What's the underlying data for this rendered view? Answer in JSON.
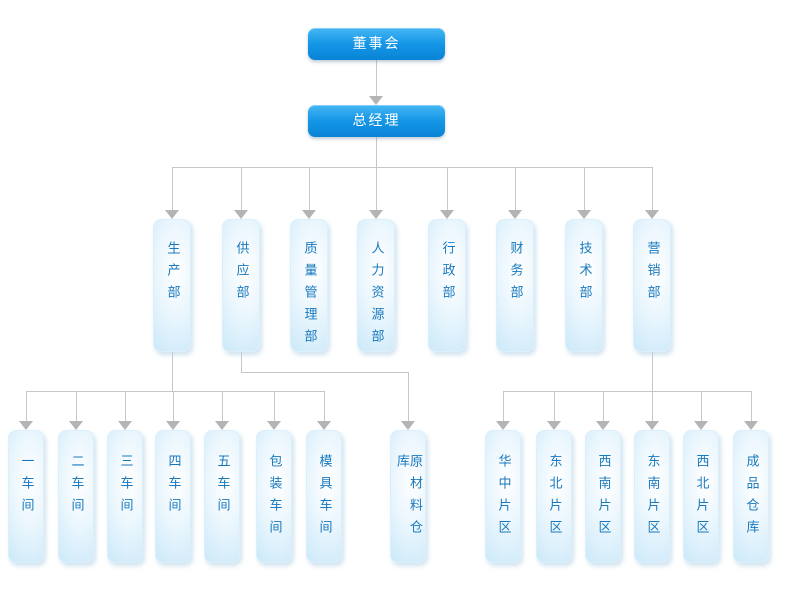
{
  "org_chart": {
    "root": {
      "label": "董事会"
    },
    "general_manager": {
      "label": "总经理"
    },
    "departments": [
      {
        "label": "生产部"
      },
      {
        "label": "供应部"
      },
      {
        "label": "质量管理部"
      },
      {
        "label": "人力资源部"
      },
      {
        "label": "行政部"
      },
      {
        "label": "财务部"
      },
      {
        "label": "技术部"
      },
      {
        "label": "营销部"
      }
    ],
    "production_units": [
      {
        "label": "一车间"
      },
      {
        "label": "二车间"
      },
      {
        "label": "三车间"
      },
      {
        "label": "四车间"
      },
      {
        "label": "五车间"
      },
      {
        "label": "包装车间"
      },
      {
        "label": "模具车间"
      }
    ],
    "supply_units": [
      {
        "label": "原材料仓库"
      }
    ],
    "marketing_units": [
      {
        "label": "华中片区"
      },
      {
        "label": "东北片区"
      },
      {
        "label": "西南片区"
      },
      {
        "label": "东南片区"
      },
      {
        "label": "西北片区"
      },
      {
        "label": "成品仓库"
      }
    ]
  },
  "colors": {
    "primary_node_top": "#45b6f4",
    "primary_node_bottom": "#0983d6",
    "secondary_node_fill": "#c2e5f8",
    "node_text_blue": "#1879be",
    "node_text_white": "#ffffff",
    "connector_line": "#c6c6c6",
    "arrowhead": "#b4b4b4"
  }
}
